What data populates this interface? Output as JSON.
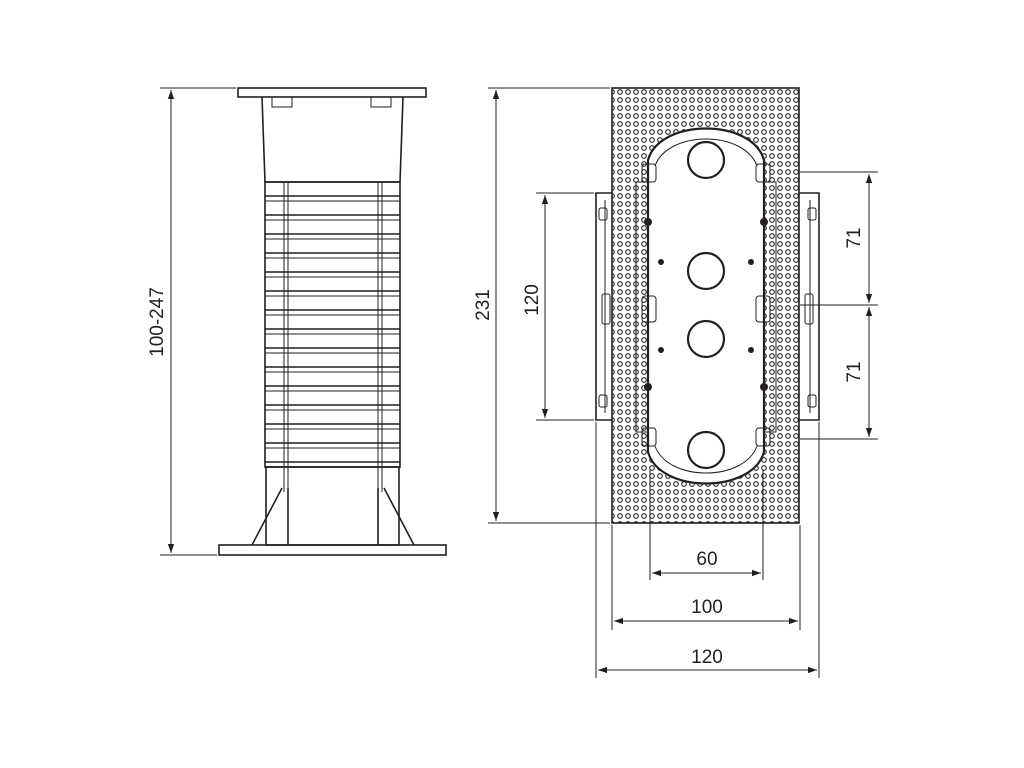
{
  "colors": {
    "line": "#231f20",
    "background": "#ffffff"
  },
  "side_view": {
    "height_label": "100-247"
  },
  "front_view": {
    "height_label": "231",
    "inner_height_label": "120",
    "spacing_top_label": "71",
    "spacing_bottom_label": "71",
    "width_inner_label": "60",
    "width_body_label": "100",
    "width_total_label": "120"
  }
}
